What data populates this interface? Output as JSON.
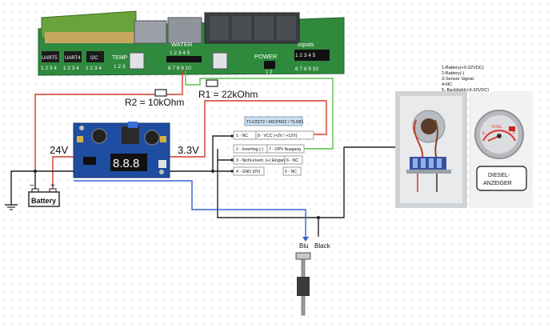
{
  "board": {
    "water_label": "WATER",
    "water_top_pins": "1 2 3 4 5",
    "water_bottom_pins": "6 7 8 9 10",
    "uart5_label": "UART5",
    "uart4_label": "UART4",
    "i2c_label": "I2C",
    "uart5_pins": "1 2 3 4",
    "uart4_pins": "1 2 3 4",
    "i2c_pins": "1 2 3 4",
    "temp_label": "TEMP",
    "temp_pins": "1 2 3",
    "power_label": "POWER",
    "power_pins": "1 2",
    "inputs_label": "Inputs",
    "inputs_top_pins": "1 2 3 4 5",
    "inputs_bottom_pins": "6 7 8 9 10"
  },
  "resistors": {
    "r1_label": "R1 = 22kOhm",
    "r2_label": "R2 = 10kOhm"
  },
  "converter": {
    "input_label": "24V",
    "output_label": "3.3V"
  },
  "battery": {
    "label": "Battery",
    "minus": "−",
    "plus": "+"
  },
  "opamp": {
    "title": "TLV2372 / MCP602 / TL081",
    "pin1": "1 - NC",
    "pin2": "2 - Inverting (-)",
    "pin3": "3 - Nicht-invert. (+) Eingang",
    "pin4": "4 - GND (0V)",
    "pin5": "5 - NC",
    "pin6": "6 - NC",
    "pin7": "7 - OPV Ausgang",
    "pin8": "8 - VCC (+3V / +12V)"
  },
  "sensor": {
    "blue_label": "Blu",
    "black_label": "Black"
  },
  "connector_notes": [
    "1-Battery(+9-32VDC)",
    "2-Battery(-)",
    "3-Sensor Signal.",
    "4-NC",
    "5- Backlight(+9-32VDC)"
  ],
  "gauge": {
    "brand_label": "FUEL",
    "empty_label": "E",
    "full_label": "F",
    "title_line1": "DIESEL-",
    "title_line2": "ANZEIGER"
  },
  "colors": {
    "wire_red": "#d23a2a",
    "wire_blue": "#3a5fd0",
    "wire_green": "#58c24a",
    "wire_black": "#222222",
    "pcb_green": "#2f8a3e",
    "converter_blue": "#1f4ea0"
  }
}
